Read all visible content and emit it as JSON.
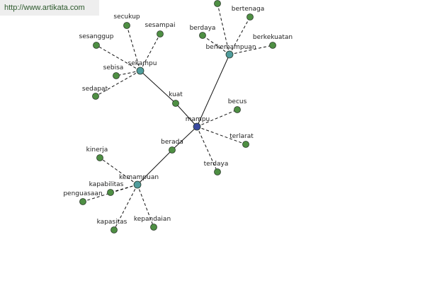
{
  "banner": "http://www.artikata.com",
  "colors": {
    "leaf_node": "#4e8f43",
    "hub_node": "#4f9c9c",
    "center_node": "#3a4aa0",
    "edge": "#111111",
    "node_stroke": "#2a3a2a"
  },
  "nodes": [
    {
      "id": "mampu",
      "label": "mampu",
      "kind": "center"
    },
    {
      "id": "sekampu",
      "label": "sekampu",
      "kind": "hub"
    },
    {
      "id": "berkemampuan",
      "label": "berkemampuan",
      "kind": "hub"
    },
    {
      "id": "kemampuan",
      "label": "kemampuan",
      "kind": "hub"
    },
    {
      "id": "kuat",
      "label": "kuat",
      "kind": "leaf"
    },
    {
      "id": "berada",
      "label": "berada",
      "kind": "leaf"
    },
    {
      "id": "becus",
      "label": "becus",
      "kind": "leaf"
    },
    {
      "id": "terlarat",
      "label": "terlarat",
      "kind": "leaf"
    },
    {
      "id": "terdaya",
      "label": "terdaya",
      "kind": "leaf"
    },
    {
      "id": "secukup",
      "label": "secukup",
      "kind": "leaf"
    },
    {
      "id": "sesampai",
      "label": "sesampai",
      "kind": "leaf"
    },
    {
      "id": "sesanggup",
      "label": "sesanggup",
      "kind": "leaf"
    },
    {
      "id": "sebisa",
      "label": "sebisa",
      "kind": "leaf"
    },
    {
      "id": "sedapat",
      "label": "sedapat",
      "kind": "leaf"
    },
    {
      "id": "top",
      "label": "",
      "kind": "leaf"
    },
    {
      "id": "bertenaga",
      "label": "bertenaga",
      "kind": "leaf"
    },
    {
      "id": "berdaya",
      "label": "berdaya",
      "kind": "leaf"
    },
    {
      "id": "berkekuatan",
      "label": "berkekuatan",
      "kind": "leaf"
    },
    {
      "id": "kinerja",
      "label": "kinerja",
      "kind": "leaf"
    },
    {
      "id": "kapabilitas",
      "label": "kapabilitas",
      "kind": "leaf"
    },
    {
      "id": "penguasaan",
      "label": "penguasaan",
      "kind": "leaf"
    },
    {
      "id": "kapasitas",
      "label": "kapasitas",
      "kind": "leaf"
    },
    {
      "id": "kepandaian",
      "label": "kepandaian",
      "kind": "leaf"
    }
  ],
  "edges": [
    {
      "from": "mampu",
      "to": "kuat",
      "style": "solid"
    },
    {
      "from": "kuat",
      "to": "sekampu",
      "style": "solid"
    },
    {
      "from": "mampu",
      "to": "berkemampuan",
      "style": "solid"
    },
    {
      "from": "mampu",
      "to": "berada",
      "style": "solid"
    },
    {
      "from": "berada",
      "to": "kemampuan",
      "style": "solid"
    },
    {
      "from": "mampu",
      "to": "becus",
      "style": "dashed"
    },
    {
      "from": "mampu",
      "to": "terlarat",
      "style": "dashed"
    },
    {
      "from": "mampu",
      "to": "terdaya",
      "style": "dashed"
    },
    {
      "from": "sekampu",
      "to": "secukup",
      "style": "dashed"
    },
    {
      "from": "sekampu",
      "to": "sesampai",
      "style": "dashed"
    },
    {
      "from": "sekampu",
      "to": "sesanggup",
      "style": "dashed"
    },
    {
      "from": "sekampu",
      "to": "sebisa",
      "style": "dashed"
    },
    {
      "from": "sekampu",
      "to": "sedapat",
      "style": "dashed"
    },
    {
      "from": "berkemampuan",
      "to": "top",
      "style": "dashed"
    },
    {
      "from": "berkemampuan",
      "to": "bertenaga",
      "style": "dashed"
    },
    {
      "from": "berkemampuan",
      "to": "berdaya",
      "style": "dashed"
    },
    {
      "from": "berkemampuan",
      "to": "berkekuatan",
      "style": "dashed"
    },
    {
      "from": "kemampuan",
      "to": "kinerja",
      "style": "dashed"
    },
    {
      "from": "kemampuan",
      "to": "kapabilitas",
      "style": "dashed"
    },
    {
      "from": "kemampuan",
      "to": "penguasaan",
      "style": "dashed"
    },
    {
      "from": "kemampuan",
      "to": "kapasitas",
      "style": "dashed"
    },
    {
      "from": "kemampuan",
      "to": "kepandaian",
      "style": "dashed"
    }
  ]
}
